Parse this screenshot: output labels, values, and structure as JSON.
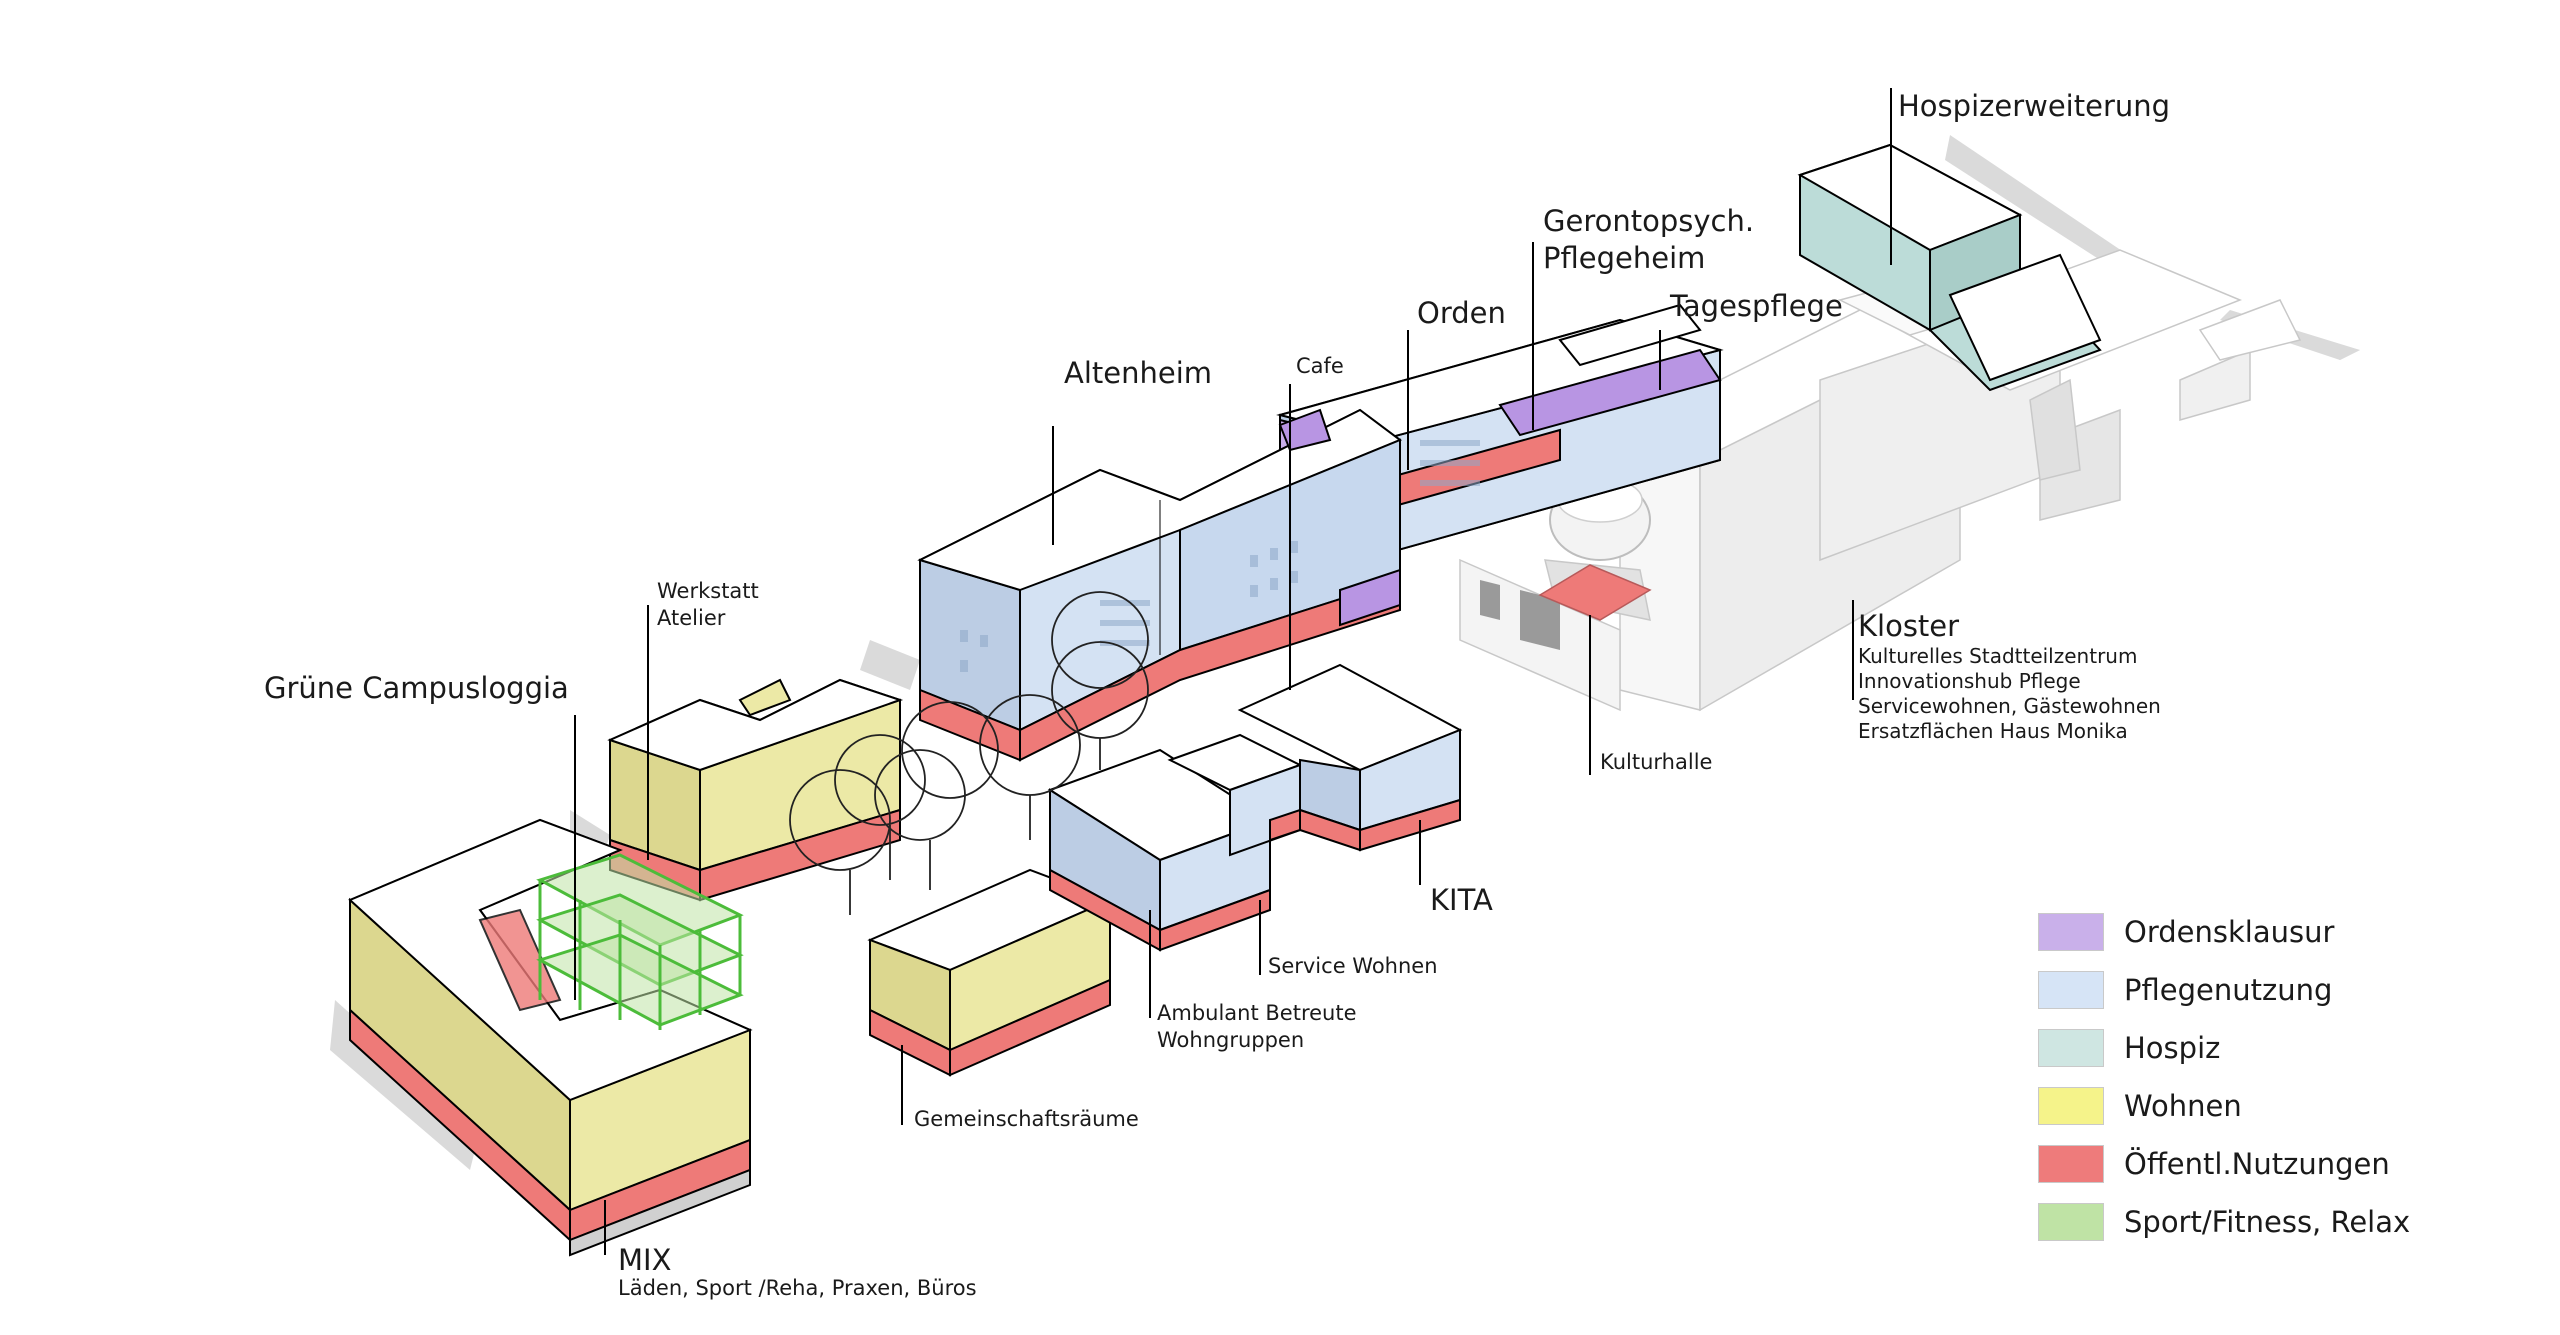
{
  "labels": {
    "hospiz": "Hospizerweiterung",
    "geronto_1": "Gerontopsych.",
    "geronto_2": "Pflegeheim",
    "orden": "Orden",
    "tagespflege": "Tagespflege",
    "cafe": "Cafe",
    "altenheim": "Altenheim",
    "werkstatt_1": "Werkstatt",
    "werkstatt_2": "Atelier",
    "campusloggia": "Grüne Campusloggia",
    "kloster": "Kloster",
    "kloster_sub": [
      "Kulturelles Stadtteilzentrum",
      "Innovationshub Pflege",
      "Servicewohnen, Gästewohnen",
      "Ersatzflächen Haus Monika"
    ],
    "kulturhalle": "Kulturhalle",
    "kita": "KITA",
    "service_wohnen": "Service Wohnen",
    "ambulant_1": "Ambulant Betreute",
    "ambulant_2": "Wohngruppen",
    "gemeinschaft": "Gemeinschaftsräume",
    "mix": "MIX",
    "mix_sub": "Läden, Sport /Reha, Praxen, Büros"
  },
  "legend": {
    "items": [
      {
        "label": "Ordensklausur",
        "color": "#c9b0ea"
      },
      {
        "label": "Pflegenutzung",
        "color": "#d6e4f6"
      },
      {
        "label": "Hospiz",
        "color": "#cfe6e2"
      },
      {
        "label": "Wohnen",
        "color": "#f5f38a"
      },
      {
        "label": "Öffentl.Nutzungen",
        "color": "#ee7b7b"
      },
      {
        "label": "Sport/Fitness, Relax",
        "color": "#bfe3a5"
      }
    ]
  },
  "colors": {
    "roof": "#ffffff",
    "pflege": "#d4e2f3",
    "pflege_dark": "#bccde4",
    "wohnen": "#ece9a6",
    "wohnen_dark": "#dcd78f",
    "public": "#ee7a78",
    "public_dark": "#d95f5e",
    "orden": "#b895e3",
    "hospiz": "#bcdcd8",
    "sport": "#7ed26a",
    "shadow": "#dcdcdc",
    "kloster": "#f2f2f2"
  }
}
